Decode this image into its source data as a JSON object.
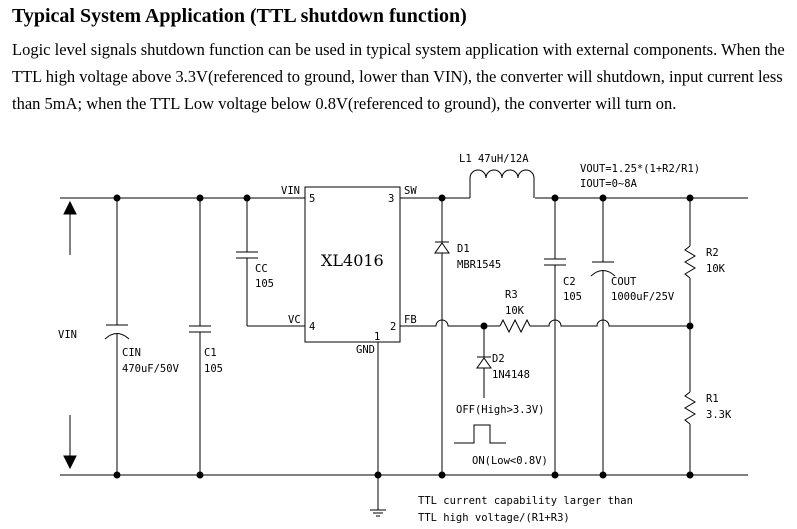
{
  "heading": "Typical System Application (TTL shutdown function)",
  "description": "Logic level signals shutdown function can be used in typical system application with external components. When the TTL high voltage above 3.3V(referenced to ground, lower than VIN), the converter will shutdown, input current less than 5mA; when the TTL Low voltage below 0.8V(referenced to ground), the converter will turn on.",
  "schematic": {
    "ic": {
      "name": "XL4016",
      "pin_vin": "VIN",
      "pin5": "5",
      "pin_sw": "SW",
      "pin3": "3",
      "pin_vc": "VC",
      "pin4": "4",
      "pin_fb": "FB",
      "pin2": "2",
      "pin1": "1",
      "pin_gnd": "GND"
    },
    "inductor": {
      "label": "L1 47uH/12A"
    },
    "vout": {
      "eq": "VOUT=1.25*(1+R2/R1)",
      "iout": "IOUT=0~8A"
    },
    "d1": {
      "name": "D1",
      "part": "MBR1545"
    },
    "cc": {
      "name": "CC",
      "value": "105"
    },
    "c2": {
      "name": "C2",
      "value": "105"
    },
    "cout": {
      "name": "COUT",
      "value": "1000uF/25V"
    },
    "r3": {
      "name": "R3",
      "value": "10K"
    },
    "r2": {
      "name": "R2",
      "value": "10K"
    },
    "r1": {
      "name": "R1",
      "value": "3.3K"
    },
    "d2": {
      "name": "D2",
      "part": "1N4148"
    },
    "vin_label": "VIN",
    "cin": {
      "name": "CIN",
      "value": "470uF/50V"
    },
    "c1": {
      "name": "C1",
      "value": "105"
    },
    "ttl_off": "OFF(High>3.3V)",
    "ttl_on": "ON(Low<0.8V)",
    "note_line1": "TTL current capability larger than",
    "note_line2": "TTL high voltage/(R1+R3)"
  }
}
